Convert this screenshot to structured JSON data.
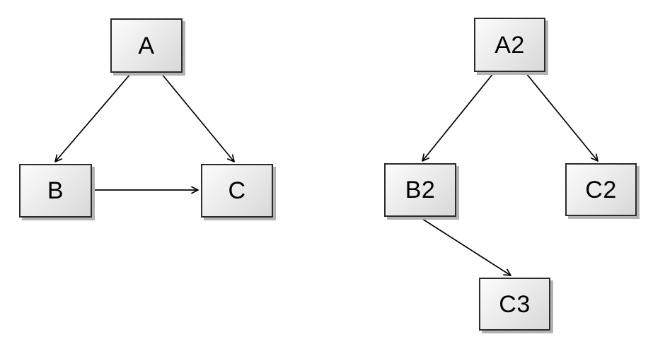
{
  "diagram": {
    "type": "directed-graph",
    "style": {
      "node_fill_light": "#fcfcfc",
      "node_fill_dark": "#d8d8d8",
      "node_border": "#2b2b2b",
      "node_shadow": "#b3b3b3",
      "edge_color": "#000000",
      "text_color": "#000000",
      "background": "#ffffff"
    },
    "graphs": [
      {
        "name": "left-graph",
        "nodes": [
          {
            "id": "A",
            "label": "A"
          },
          {
            "id": "B",
            "label": "B"
          },
          {
            "id": "C",
            "label": "C"
          }
        ],
        "edges": [
          {
            "from": "A",
            "to": "B"
          },
          {
            "from": "A",
            "to": "C"
          },
          {
            "from": "B",
            "to": "C"
          }
        ]
      },
      {
        "name": "right-graph",
        "nodes": [
          {
            "id": "A2",
            "label": "A2"
          },
          {
            "id": "B2",
            "label": "B2"
          },
          {
            "id": "C2",
            "label": "C2"
          },
          {
            "id": "C3",
            "label": "C3"
          }
        ],
        "edges": [
          {
            "from": "A2",
            "to": "B2"
          },
          {
            "from": "A2",
            "to": "C2"
          },
          {
            "from": "B2",
            "to": "C3"
          }
        ]
      }
    ]
  }
}
